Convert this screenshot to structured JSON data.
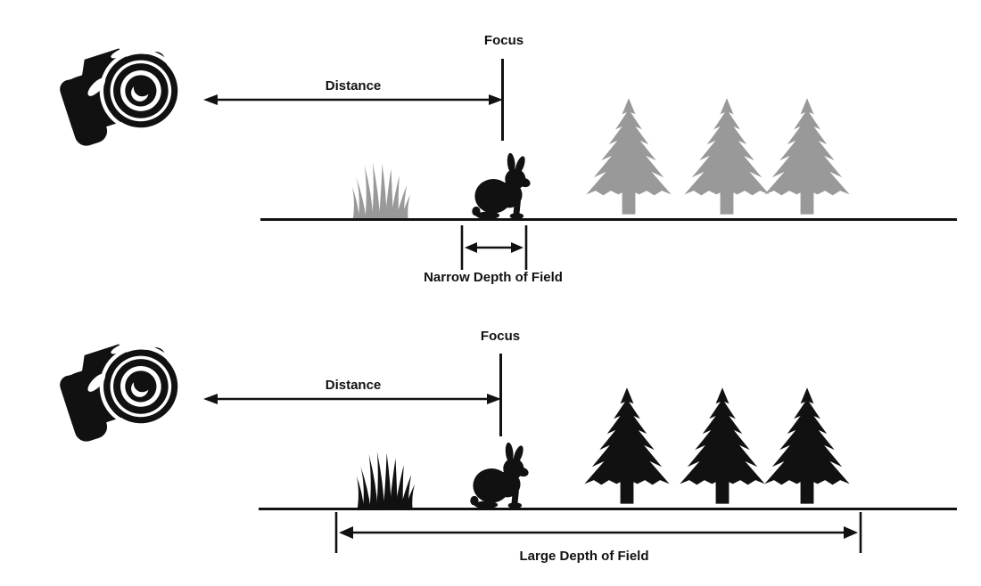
{
  "colors": {
    "ink": "#111111",
    "muted": "#999999",
    "background": "#ffffff"
  },
  "icons": {
    "camera": "dslr-camera-icon",
    "grass": "grass-tuft-icon",
    "rabbit": "rabbit-icon",
    "tree": "pine-tree-icon",
    "distance_arrow": "double-arrow-icon",
    "dof_marker": "range-marker-icon"
  },
  "diagrams": [
    {
      "name": "narrow-depth-of-field",
      "focus_label": "Focus",
      "distance_label": "Distance",
      "dof_label": "Narrow Depth of Field",
      "in_focus": [
        "rabbit"
      ],
      "out_of_focus": [
        "grass",
        "trees"
      ],
      "tree_count": 3
    },
    {
      "name": "large-depth-of-field",
      "focus_label": "Focus",
      "distance_label": "Distance",
      "dof_label": "Large Depth of Field",
      "in_focus": [
        "grass",
        "rabbit",
        "trees"
      ],
      "out_of_focus": [],
      "tree_count": 3
    }
  ]
}
